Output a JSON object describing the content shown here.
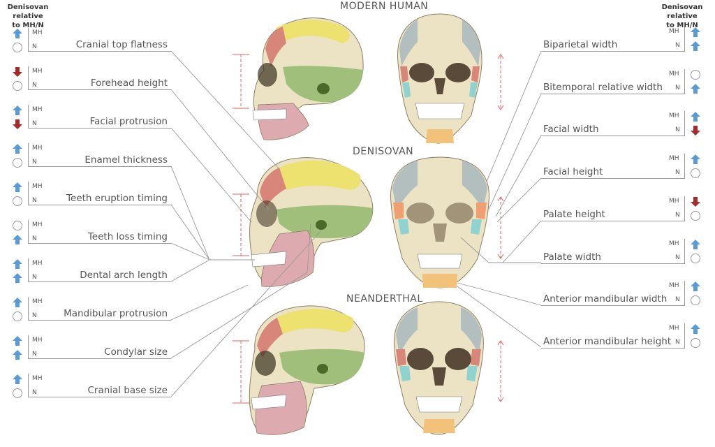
{
  "headers": {
    "left": [
      "Denisovan relative",
      "to MH/N"
    ],
    "right": [
      "Denisovan relative",
      "to MH/N"
    ]
  },
  "titles": {
    "top": "MODERN HUMAN",
    "middle": "DENISOVAN",
    "bottom": "NEANDERTHAL"
  },
  "abbr": {
    "mh": "MH",
    "n": "N"
  },
  "left_features": [
    {
      "label": "Cranial top flatness",
      "mh": "up",
      "n": "none"
    },
    {
      "label": "Forehead height",
      "mh": "down",
      "n": "none"
    },
    {
      "label": "Facial protrusion",
      "mh": "up",
      "n": "down"
    },
    {
      "label": "Enamel thickness",
      "mh": "up",
      "n": "none"
    },
    {
      "label": "Teeth eruption timing",
      "mh": "up",
      "n": "none"
    },
    {
      "label": "Teeth loss timing",
      "mh": "none",
      "n": "up"
    },
    {
      "label": "Dental arch length",
      "mh": "up",
      "n": "up"
    },
    {
      "label": "Mandibular protrusion",
      "mh": "up",
      "n": "none"
    },
    {
      "label": "Condylar size",
      "mh": "up",
      "n": "up"
    },
    {
      "label": "Cranial base size",
      "mh": "up",
      "n": "none"
    }
  ],
  "right_features": [
    {
      "label": "Biparietal width",
      "mh": "up",
      "n": "up"
    },
    {
      "label": "Bitemporal relative width",
      "mh": "none",
      "n": "up"
    },
    {
      "label": "Facial width",
      "mh": "up",
      "n": "down"
    },
    {
      "label": "Facial height",
      "mh": "up",
      "n": "none"
    },
    {
      "label": "Palate height",
      "mh": "down",
      "n": "none"
    },
    {
      "label": "Palate width",
      "mh": "up",
      "n": "none"
    },
    {
      "label": "Anterior mandibular width",
      "mh": "up",
      "n": "none"
    },
    {
      "label": "Anterior mandibular height",
      "mh": "up",
      "n": "none"
    }
  ],
  "colors": {
    "up": "#5b9bd5",
    "down": "#a52a2a",
    "bone": "#ece3c4",
    "parietal_yellow": "#ede06a",
    "frontal_red": "#d9867a",
    "temporal_green": "#9fbf7a",
    "mandible_pink": "#ddaab0",
    "zygoma_cyan": "#8fd3d0",
    "chin_orange": "#f2c27a",
    "cranium_grey": "#a9b8bd",
    "dashed_red": "#e06060"
  }
}
